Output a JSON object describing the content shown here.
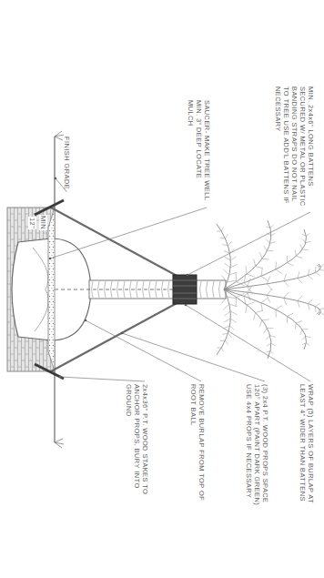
{
  "diagram": {
    "labels": [
      "MIN. 2x4x6\" LONG BATTENS SECURED W/ METAL OR PLASTIC BANDING STRAPS DO NOT NAIL TO TREE USE ADD'L BATTENS IF NECESSARY",
      "SAUCER- MAKE TREE WELL MIN. 3\" DEEP LOCATE MULCH",
      "FINISH GRADE",
      "MIN",
      "12\"",
      "WRAP (5) LAYERS OF BURLAP AT LEAST 4\" WIDER THAN BATTENS",
      "(3) 2x4 P.T. WOOD PROPS SPACE 120° APART (PAINT DARK GREEN) USE 4x4 PROPS IF NECESSARY",
      "REMOVE BURLAP FROM TOP OF ROOT BALL",
      "2x4x36\" P.T. WOOD STAKES TO ANCHOR PROPS, BURY INTO GROUND"
    ]
  }
}
